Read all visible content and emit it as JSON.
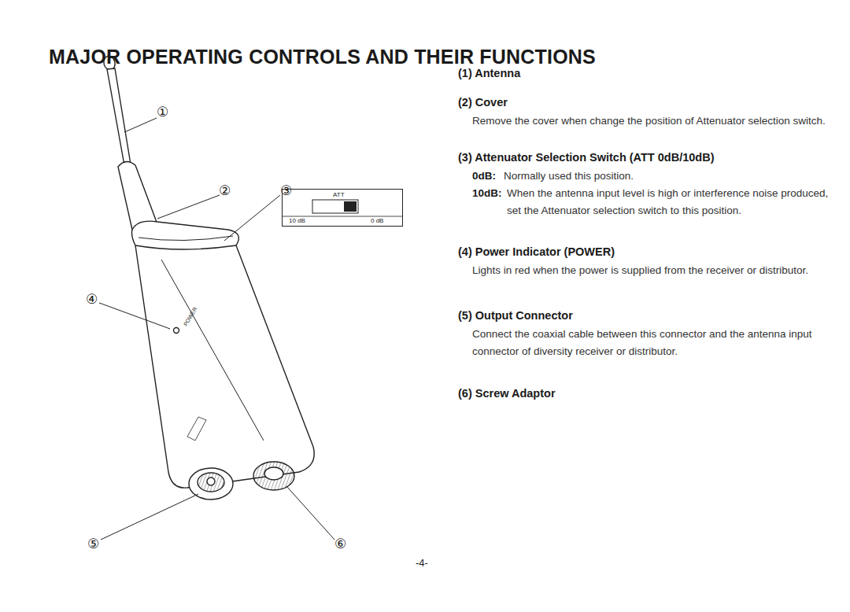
{
  "diagram": {
    "title": "MAJOR OPERATING CONTROLS AND THEIR FUNCTIONS",
    "nodes": [
      {
        "text": [
          "ATT",
          "10 dB",
          "0 dB"
        ]
      }
    ],
    "labels": [
      "①",
      "②",
      "③",
      "④",
      "⑤",
      "⑥",
      "POWER",
      "(1) Antenna",
      "(2) Cover",
      "Remove the cover when change the position of Attenuator selection switch.",
      "(3) Attenuator Selection Switch (ATT 0dB/10dB)",
      "0dB:",
      "Normally used this position.",
      "10dB:",
      "When the antenna input level is high or interference noise produced, set the Attenuator selection switch to this position.",
      "(4) Power Indicator (POWER)",
      "Lights in red when the power is supplied from the receiver or distributor.",
      "(5) Output Connector",
      "Connect the coaxial cable between this connector and the antenna input connector of diversity receiver or distributor.",
      "(6) Screw Adaptor",
      "-4-"
    ]
  }
}
